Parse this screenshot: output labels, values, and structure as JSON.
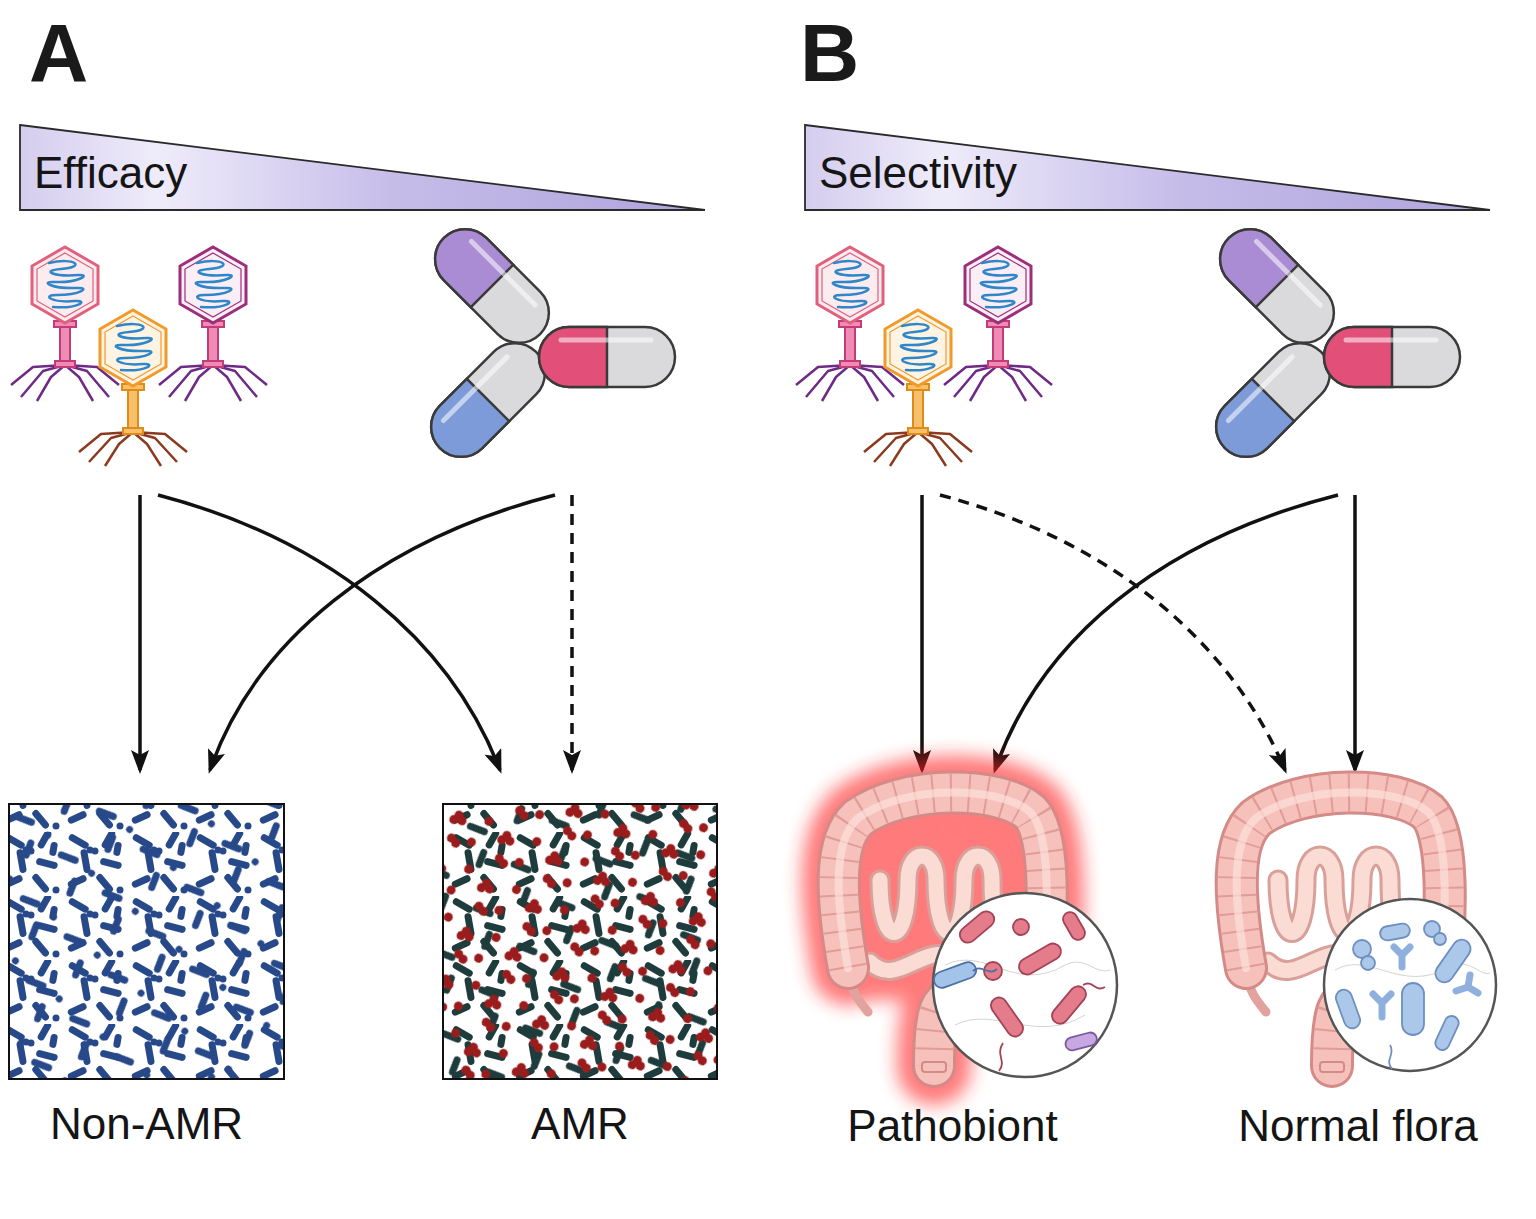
{
  "diagram": {
    "nodes": [
      {
        "text": [
          "Efficacy"
        ]
      },
      {
        "text": [
          "Non-AMR"
        ]
      },
      {
        "text": [
          "AMR"
        ]
      },
      {
        "text": [
          "Selectivity"
        ]
      },
      {
        "text": [
          "Pathobiont"
        ]
      },
      {
        "text": [
          "Normal flora"
        ]
      }
    ],
    "labels": [
      "A",
      "B"
    ]
  }
}
